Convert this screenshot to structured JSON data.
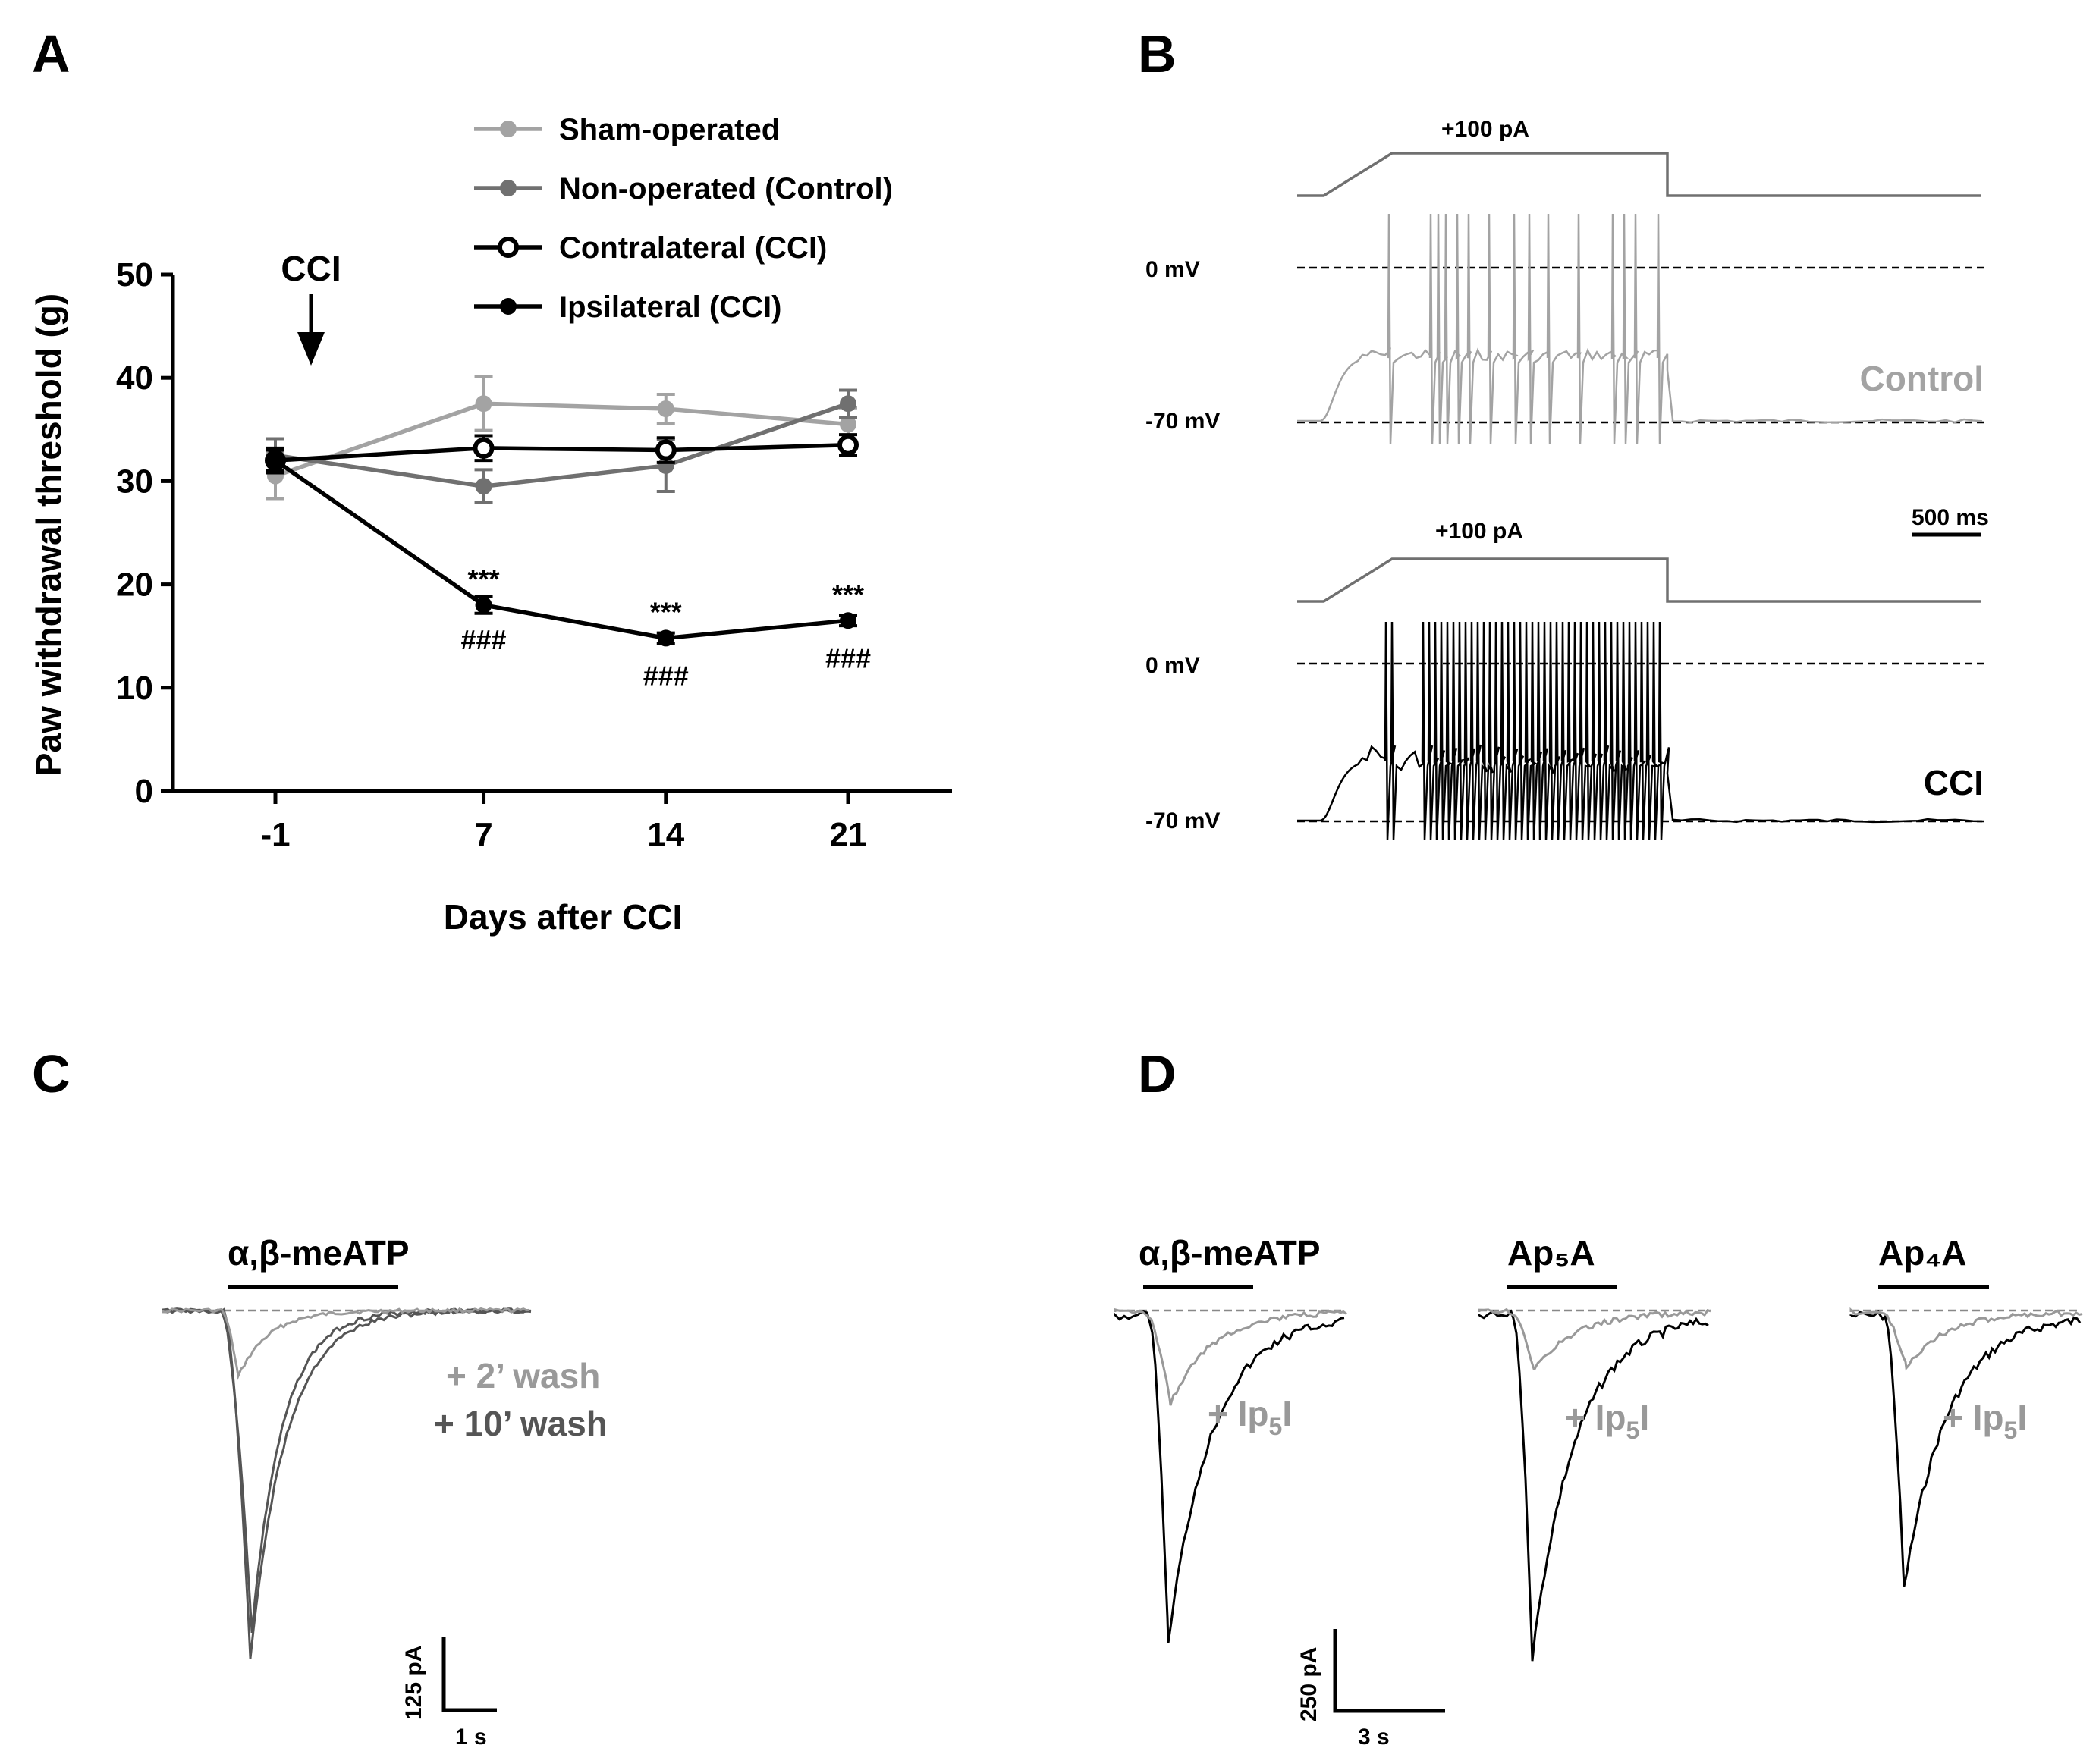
{
  "panels": {
    "A": {
      "letter": "A"
    },
    "B": {
      "letter": "B"
    },
    "C": {
      "letter": "C"
    },
    "D": {
      "letter": "D"
    }
  },
  "chart_data": [
    {
      "type": "line",
      "panel": "A",
      "ylabel": "Paw withdrawal threshold (g)",
      "xlabel": "Days after CCI",
      "x": [
        -1,
        7,
        14,
        21
      ],
      "x_tick_labels": [
        "-1",
        "7",
        "14",
        "21"
      ],
      "ylim": [
        0,
        50
      ],
      "y_ticks": [
        0,
        10,
        20,
        30,
        40,
        50
      ],
      "legend_placement": "top",
      "arrow_label": "CCI",
      "series": [
        {
          "name": "Sham-operated",
          "color": "#a3a3a3",
          "marker": "filled",
          "values": [
            30.5,
            37.5,
            37.0,
            35.5
          ],
          "errors": [
            2.2,
            2.6,
            1.4,
            1.6
          ]
        },
        {
          "name": "Non-operated (Control)",
          "color": "#707070",
          "marker": "filled",
          "values": [
            32.5,
            29.5,
            31.5,
            37.5
          ],
          "errors": [
            1.6,
            1.6,
            2.5,
            1.3
          ]
        },
        {
          "name": "Contralateral (CCI)",
          "color": "#000000",
          "marker": "open",
          "values": [
            32.0,
            33.2,
            33.0,
            33.5
          ],
          "errors": [
            1.2,
            1.2,
            1.2,
            1.0
          ]
        },
        {
          "name": "Ipsilateral (CCI)",
          "color": "#000000",
          "marker": "filled",
          "values": [
            32.0,
            18.0,
            14.8,
            16.5
          ],
          "errors": [
            1.0,
            0.8,
            0.5,
            0.5
          ]
        }
      ],
      "annotations": [
        {
          "x": 7,
          "above": "***",
          "below": "###"
        },
        {
          "x": 14,
          "above": "***",
          "below": "###"
        },
        {
          "x": 21,
          "above": "***",
          "below": "###"
        }
      ]
    },
    {
      "type": "line",
      "panel": "B",
      "traces": [
        {
          "name": "Control",
          "color": "#a3a3a3",
          "step_label": "+100 pA",
          "ref_high": "0 mV",
          "ref_low": "-70 mV",
          "spike_count": 15
        },
        {
          "name": "CCI",
          "color": "#000000",
          "step_label": "+100 pA",
          "ref_high": "0 mV",
          "ref_low": "-70 mV",
          "spike_count": 40
        }
      ],
      "scale_bar": {
        "time": "500 ms"
      }
    },
    {
      "type": "line",
      "panel": "C",
      "agonist_label": "α,β-meATP",
      "traces": [
        {
          "name": "+ 2’ wash",
          "color": "#9a9a9a",
          "relative_peak": 0.19
        },
        {
          "name": "+ 10’ wash",
          "color": "#555555",
          "relative_peak": 1.0
        }
      ],
      "scale_bar": {
        "current": "125 pA",
        "time": "1 s"
      }
    },
    {
      "type": "line",
      "panel": "D",
      "groups": [
        {
          "agonist": "α,β-meATP",
          "control_peak": 1.0,
          "inhibited_peak": 0.28
        },
        {
          "agonist": "Ap₅A",
          "control_peak": 1.0,
          "inhibited_peak": 0.17
        },
        {
          "agonist": "Ap₄A",
          "control_peak": 1.0,
          "inhibited_peak": 0.2
        }
      ],
      "inhibitor_label": "+ Ip",
      "inhibitor_sub": "5",
      "inhibitor_suffix": "I",
      "colors": {
        "control": "#000000",
        "inhibited": "#999999"
      },
      "scale_bar": {
        "current": "250 pA",
        "time": "3 s"
      }
    }
  ]
}
